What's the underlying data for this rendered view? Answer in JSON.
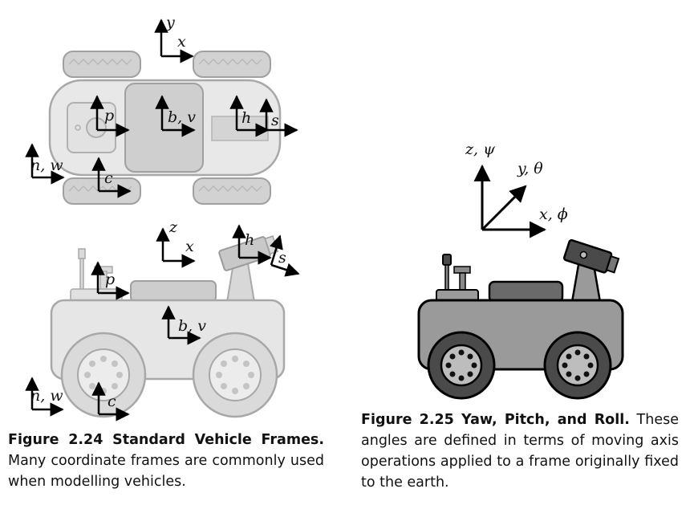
{
  "figure_left": {
    "top_view_labels": {
      "frame_y": "y",
      "frame_x": "x",
      "p": "p",
      "bv": "b, v",
      "h": "h",
      "s": "s",
      "nw": "n, w",
      "c": "c"
    },
    "side_view_labels": {
      "frame_z": "z",
      "frame_x": "x",
      "h": "h",
      "s": "s",
      "p": "p",
      "bv": "b, v",
      "nw": "n, w",
      "c": "c"
    },
    "caption_head": "Figure 2.24 Standard Vehicle Frames.",
    "caption_body": "Many coordinate frames are commonly used when modelling vehicles."
  },
  "figure_right": {
    "axis_labels": {
      "z": "z, ψ",
      "y": "y, θ",
      "x": "x, ϕ"
    },
    "caption_head": "Figure 2.25 Yaw, Pitch, and Roll.",
    "caption_body": "These angles are defined in terms of moving axis operations applied to a frame originally fixed to the earth."
  },
  "colors": {
    "vehicle_faded_fill": "#e6e6e6",
    "vehicle_faded_stroke": "#a8a8a8",
    "vehicle_dark_fill": "#9a9a9a",
    "wheel_dark": "#4a4a4a",
    "axis": "#000000"
  }
}
